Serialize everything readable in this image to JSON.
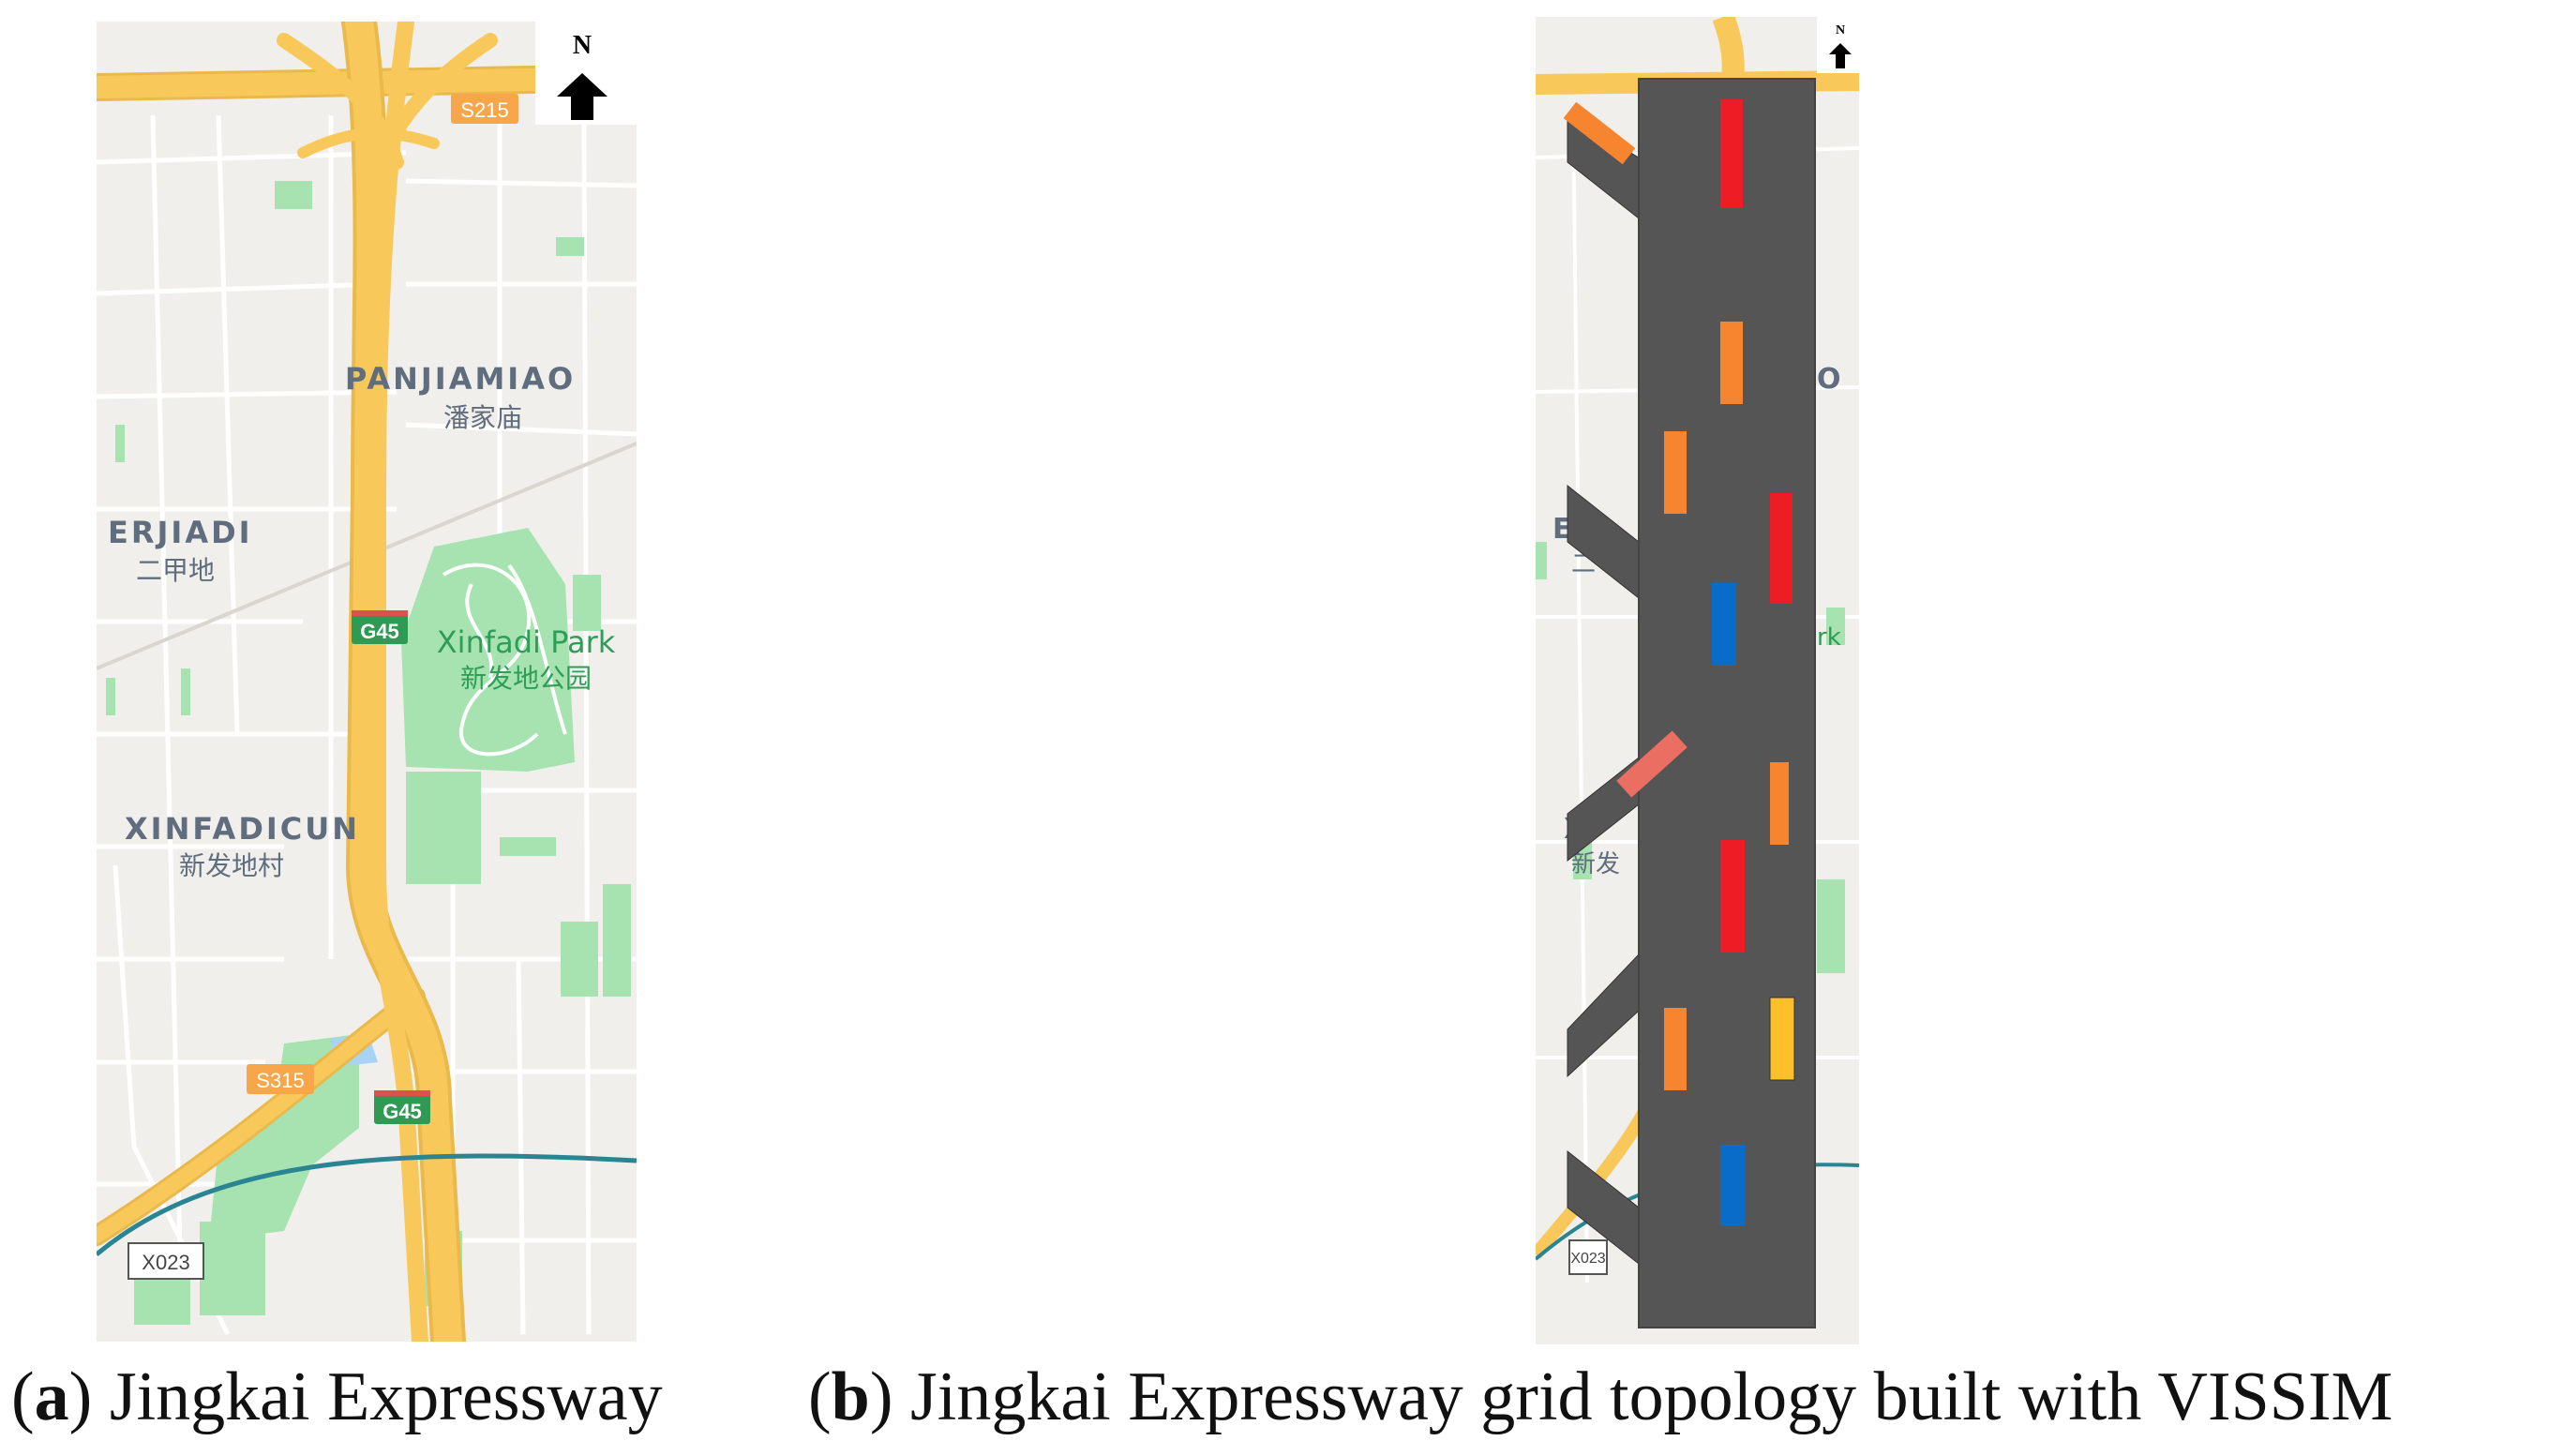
{
  "figure": {
    "panel_a": {
      "caption_letter": "a",
      "caption_open": "(",
      "caption_close": ")",
      "caption_text": " Jingkai Expressway",
      "compass_label": "N",
      "map_labels": {
        "panjiamiao": "PANJIAMIAO",
        "panjiamiao_cn": "潘家庙",
        "erjiadi": "ERJIADI",
        "erjiadi_cn": "二甲地",
        "xinfadi_park": "Xinfadi Park",
        "xinfadi_park_cn": "新发地公园",
        "xinfadicun": "XINFADICUN",
        "xinfadicun_cn": "新发地村"
      },
      "road_shields": {
        "s215": "S215",
        "g45_upper": "G45",
        "s315": "S315",
        "g45_lower": "G45",
        "x023": "X023"
      }
    },
    "panel_b": {
      "caption_letter": "b",
      "caption_open": "(",
      "caption_close": ")",
      "caption_text": " Jingkai Expressway grid topology built with VISSIM",
      "compass_label": "N",
      "visible_label_fragments": {
        "erjiadi_fragment": "ER",
        "erjiadi_cn_fragment": "二",
        "xinfadicun_fragment": "X",
        "xinfadicun_cn_fragment": "新发",
        "park_fragment": "rk",
        "panjiamiao_fragment": "O",
        "x023": "X023"
      },
      "vehicle_colors": {
        "red": "#ee1c25",
        "orange": "#f7852f",
        "blue": "#0a6cc9",
        "yellow": "#fdc02b",
        "salmon": "#ea6e62"
      },
      "road_color": "#555555"
    },
    "colors": {
      "map_background": "#f1efeb",
      "expressway": "#f8c95a",
      "expressway_edge": "#eab94b",
      "park_green": "#a6e3b0",
      "water": "#a8d3f5",
      "railway": "#2a8593",
      "shield_orange": "#f7a74a",
      "shield_green": "#2f9a54"
    }
  }
}
